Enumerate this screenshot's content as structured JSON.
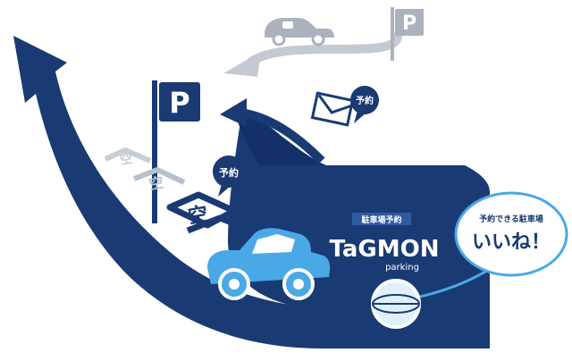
{
  "illustration": {
    "top_sign_letter": "P",
    "main_sign_letter": "P",
    "reserve_badge_text": "予約",
    "mail_badge_text": "予約",
    "vacant_lot_text": "空",
    "vacant_lot_text_2": "空",
    "vacant_lot_text_3": "空",
    "building_banner": "駐車場予約",
    "brand_name": "TaGMON",
    "brand_sub": "parking",
    "bubble_line_1": "予約できる駐車場",
    "bubble_line_2": "いいね！"
  },
  "colors": {
    "navy": "#1a3a73",
    "navy_dark": "#0f2a5c",
    "sky": "#4aa8e6",
    "gray": "#b9c2cc"
  }
}
